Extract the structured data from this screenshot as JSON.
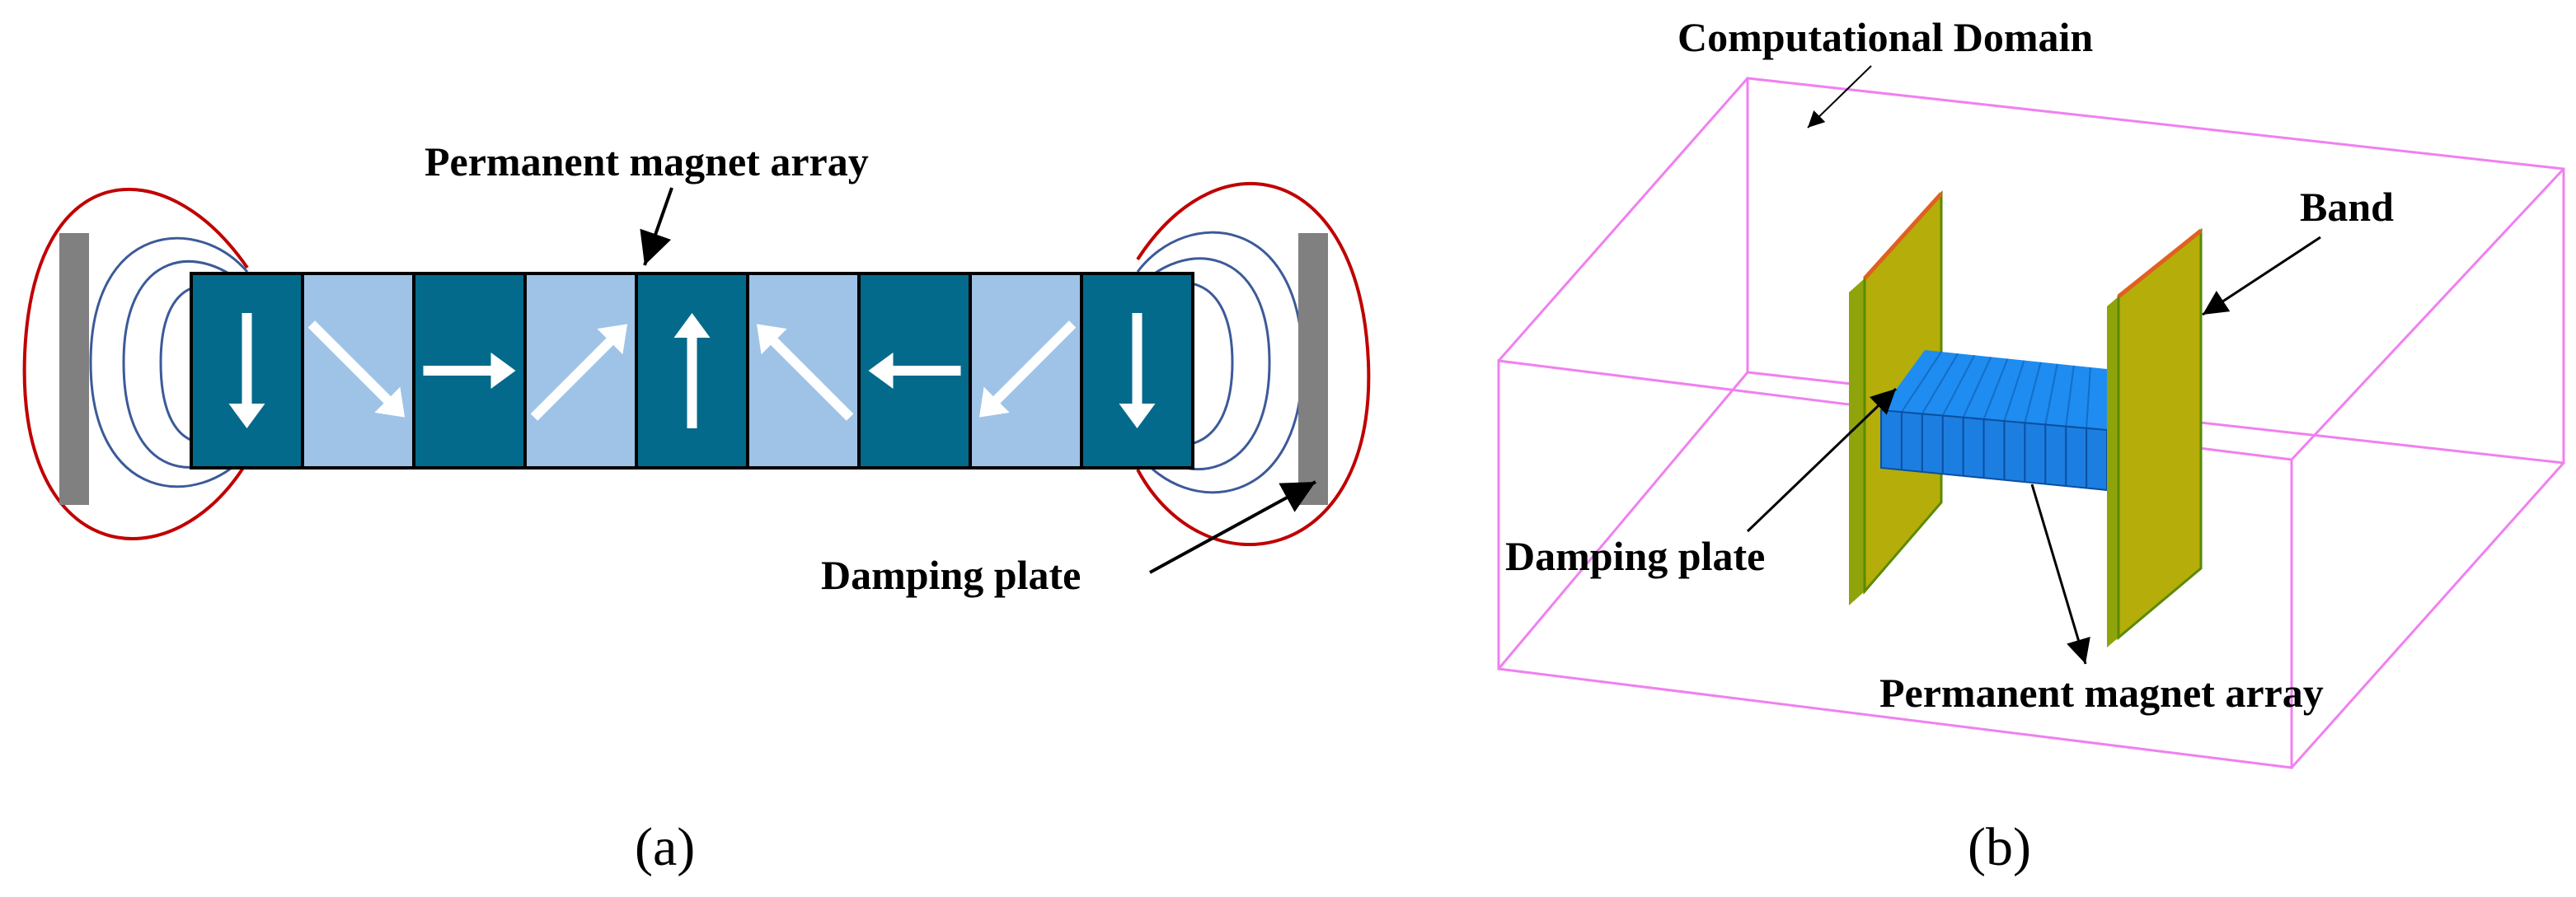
{
  "panel_a": {
    "caption": "(a)",
    "labels": {
      "magnet_array": "Permanent magnet array",
      "damping_plate": "Damping plate"
    },
    "magnetization_arrows": [
      "down",
      "down-right",
      "right",
      "up-right",
      "up",
      "up-left",
      "left",
      "down-left",
      "down"
    ],
    "colors": {
      "dark_block": "#036a8b",
      "light_block": "#9ec3e6",
      "plate": "#808080",
      "inner_field_lines": "#3c5a98",
      "outer_field_line": "#c00000"
    }
  },
  "panel_b": {
    "caption": "(b)",
    "labels": {
      "domain": "Computational Domain",
      "band": "Band",
      "damping_plate": "Damping plate",
      "magnet_array": "Permanent magnet array"
    },
    "colors": {
      "domain_box": "#f080f0",
      "plate": "#b4ad0a",
      "magnet": "#1e8cf0"
    }
  }
}
